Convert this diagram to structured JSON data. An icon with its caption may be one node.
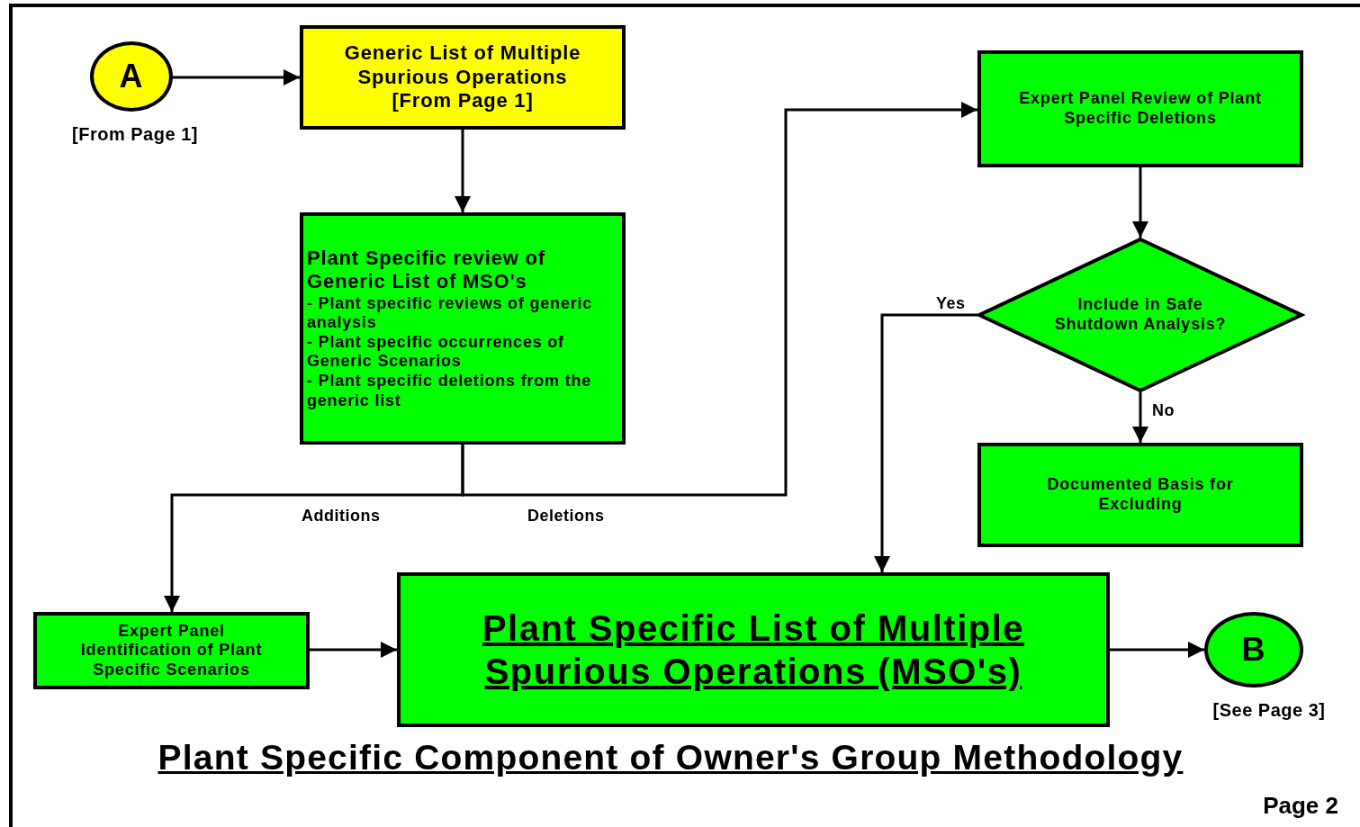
{
  "diagram": {
    "title": "Plant Specific Component of Owner's Group Methodology",
    "nodes": [
      {
        "text": [
          "A"
        ],
        "beside": [
          "[From Page 1]"
        ]
      },
      {
        "text": [
          "Generic List of Multiple Spurious Operations [From Page 1]"
        ]
      },
      {
        "text": [
          "Plant Specific review of Generic List of MSO's",
          "- Plant specific reviews of generic analysis",
          "- Plant specific occurrences of Generic Scenarios",
          "- Plant specific deletions from the generic list"
        ]
      },
      {
        "text": [
          "Expert Panel Review of Plant Specific Deletions"
        ]
      },
      {
        "text": [
          "Include in Safe Shutdown Analysis?"
        ]
      },
      {
        "text": [
          "Documented Basis for Excluding"
        ]
      },
      {
        "text": [
          "Expert Panel Identification of Plant Specific Scenarios"
        ]
      },
      {
        "text": [
          "Plant Specific List of Multiple Spurious Operations (MSO's)"
        ]
      },
      {
        "text": [
          "B"
        ],
        "beside": [
          "[See Page 3]"
        ]
      }
    ],
    "edges": [
      {
        "from": 0,
        "to": 1,
        "arrow": "to"
      },
      {
        "from": 1,
        "to": 2,
        "arrow": "to"
      },
      {
        "from": 2,
        "to": 6,
        "arrow": "to",
        "label": "Additions"
      },
      {
        "from": 2,
        "to": 3,
        "arrow": "to",
        "label": "Deletions"
      },
      {
        "from": 3,
        "to": 4,
        "arrow": "to"
      },
      {
        "from": 4,
        "to": 7,
        "arrow": "to",
        "label": "Yes"
      },
      {
        "from": 4,
        "to": 5,
        "arrow": "to",
        "label": "No"
      },
      {
        "from": 6,
        "to": 7,
        "arrow": "to"
      },
      {
        "from": 7,
        "to": 8,
        "arrow": "to"
      }
    ],
    "labels": [
      "Page 2"
    ]
  }
}
